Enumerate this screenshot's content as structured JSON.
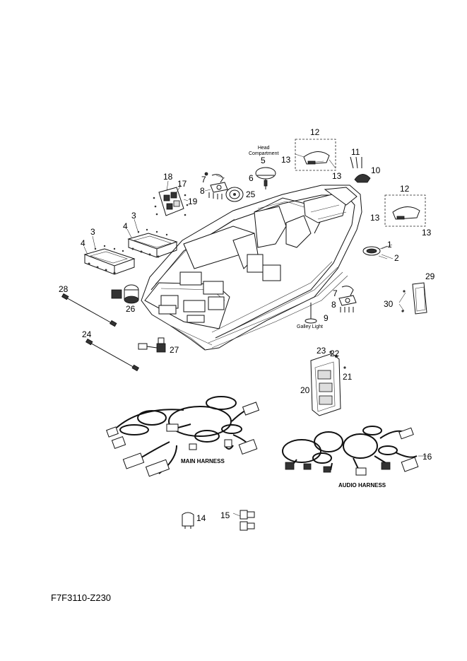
{
  "figure_code": "F7F3110-Z230",
  "captions": {
    "head_compartment": "Head\nCompartment",
    "galley_light": "Galley Light",
    "main_harness": "MAIN HARNESS",
    "audio_harness": "AUDIO HARNESS"
  },
  "callouts": [
    {
      "id": "c1",
      "text": "1"
    },
    {
      "id": "c2",
      "text": "2"
    },
    {
      "id": "c3a",
      "text": "3"
    },
    {
      "id": "c3b",
      "text": "3"
    },
    {
      "id": "c4a",
      "text": "4"
    },
    {
      "id": "c4b",
      "text": "4"
    },
    {
      "id": "c5",
      "text": "5"
    },
    {
      "id": "c6",
      "text": "6"
    },
    {
      "id": "c7a",
      "text": "7"
    },
    {
      "id": "c7b",
      "text": "7"
    },
    {
      "id": "c8a",
      "text": "8"
    },
    {
      "id": "c8b",
      "text": "8"
    },
    {
      "id": "c9",
      "text": "9"
    },
    {
      "id": "c10",
      "text": "10"
    },
    {
      "id": "c11",
      "text": "11"
    },
    {
      "id": "c12a",
      "text": "12"
    },
    {
      "id": "c12b",
      "text": "12"
    },
    {
      "id": "c13a",
      "text": "13"
    },
    {
      "id": "c13b",
      "text": "13"
    },
    {
      "id": "c13c",
      "text": "13"
    },
    {
      "id": "c13d",
      "text": "13"
    },
    {
      "id": "c14",
      "text": "14"
    },
    {
      "id": "c15",
      "text": "15"
    },
    {
      "id": "c16",
      "text": "16"
    },
    {
      "id": "c17",
      "text": "17"
    },
    {
      "id": "c18",
      "text": "18"
    },
    {
      "id": "c19",
      "text": "19"
    },
    {
      "id": "c20",
      "text": "20"
    },
    {
      "id": "c21",
      "text": "21"
    },
    {
      "id": "c22",
      "text": "22"
    },
    {
      "id": "c23",
      "text": "23"
    },
    {
      "id": "c24",
      "text": "24"
    },
    {
      "id": "c25",
      "text": "25"
    },
    {
      "id": "c26",
      "text": "26"
    },
    {
      "id": "c27",
      "text": "27"
    },
    {
      "id": "c28",
      "text": "28"
    },
    {
      "id": "c29",
      "text": "29"
    },
    {
      "id": "c30",
      "text": "30"
    }
  ]
}
